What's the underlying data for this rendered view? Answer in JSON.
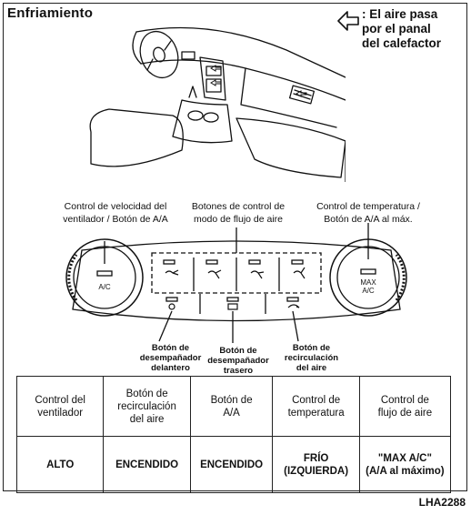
{
  "heading": "Enfriamiento",
  "legend": {
    "icon": "outline-arrow-left-icon",
    "text": ": El aire pasa\npor el panal\ndel calefactor"
  },
  "callouts": {
    "fan_control": "Control de velocidad del\nventilador / Botón de A/A",
    "mode_buttons": "Botones de control de\nmodo de flujo de aire",
    "temp_control": "Control de temperatura /\nBotón de A/A al máx.",
    "front_defrost": "Botón de\ndesempañador\ndelantero",
    "rear_defrost": "Botón de\ndesempañador\ntrasero",
    "recirculation": "Botón de\nrecirculación\ndel aire"
  },
  "panel": {
    "left_knob_label": "A/C",
    "right_knob_label": "MAX\nA/C"
  },
  "table": {
    "headers": [
      "Control del\nventilador",
      "Botón de\nrecirculación\ndel aire",
      "Botón de\nA/A",
      "Control de\ntemperatura",
      "Control de\nflujo de aire"
    ],
    "values": [
      "ALTO",
      "ENCENDIDO",
      "ENCENDIDO",
      "FRÍO\n(IZQUIERDA)",
      "\"MAX A/C\"\n(A/A al máximo)"
    ]
  },
  "figure_code": "LHA2288"
}
